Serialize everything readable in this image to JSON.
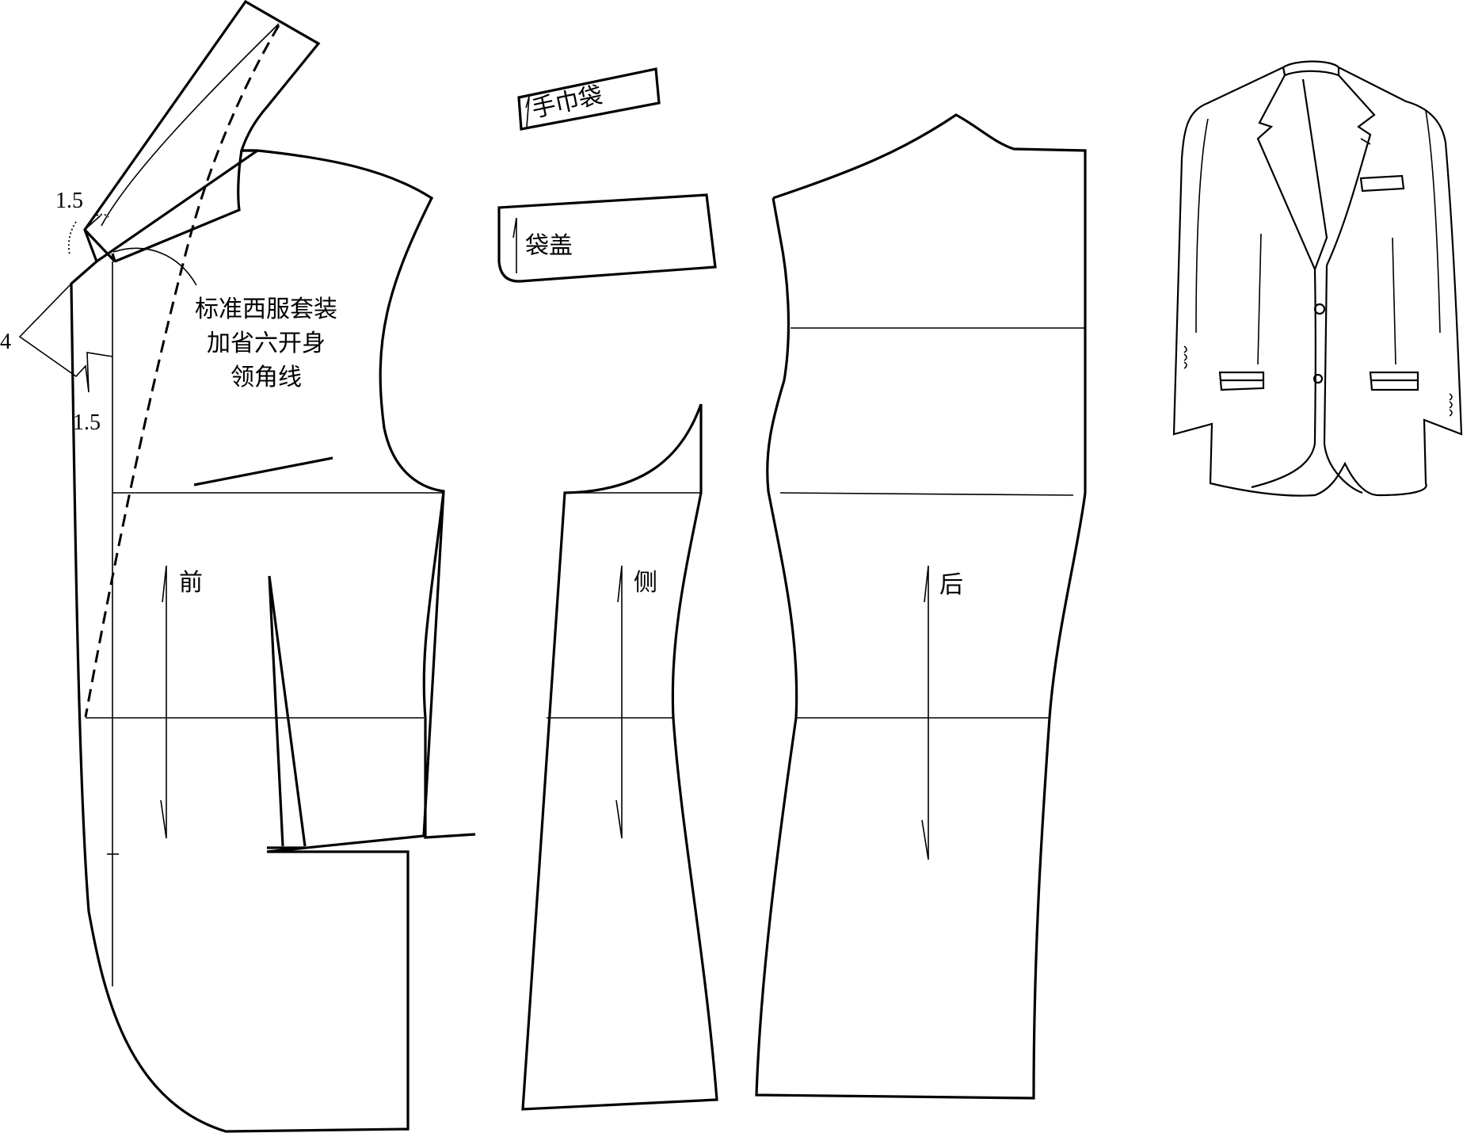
{
  "diagram": {
    "title_lines": [
      "标准西服套装",
      "加省六开身",
      "领角线"
    ],
    "pieces": {
      "front": "前",
      "side": "侧",
      "back": "后",
      "pocket_flap": "袋盖",
      "welt_pocket": "手巾袋"
    },
    "measurements": {
      "collar_notch": "1.5",
      "lapel_point": "4",
      "lapel_notch": "1.5"
    },
    "illustration": "suit-jacket-sketch"
  }
}
